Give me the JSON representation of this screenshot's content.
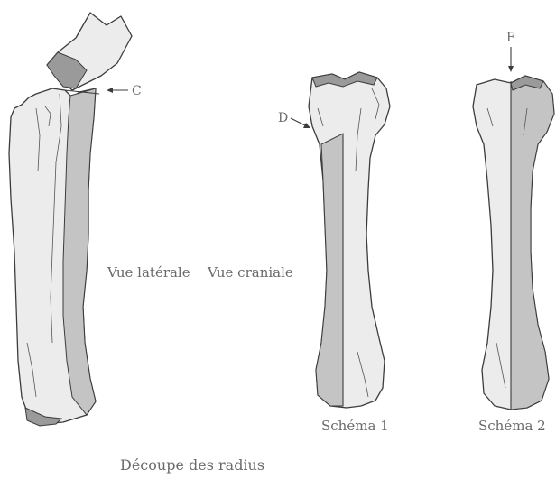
{
  "labels": {
    "c": "C",
    "d": "D",
    "e": "E",
    "vue_laterale": "Vue latérale",
    "vue_craniale": "Vue craniale",
    "schema_1": "Schéma 1",
    "schema_2": "Schéma 2",
    "caption": "Découpe des radius"
  },
  "colors": {
    "bone_fill": "#ececec",
    "cut_fill": "#c4c4c4",
    "outline": "#3c3c3c",
    "text": "#6a6a6a"
  }
}
